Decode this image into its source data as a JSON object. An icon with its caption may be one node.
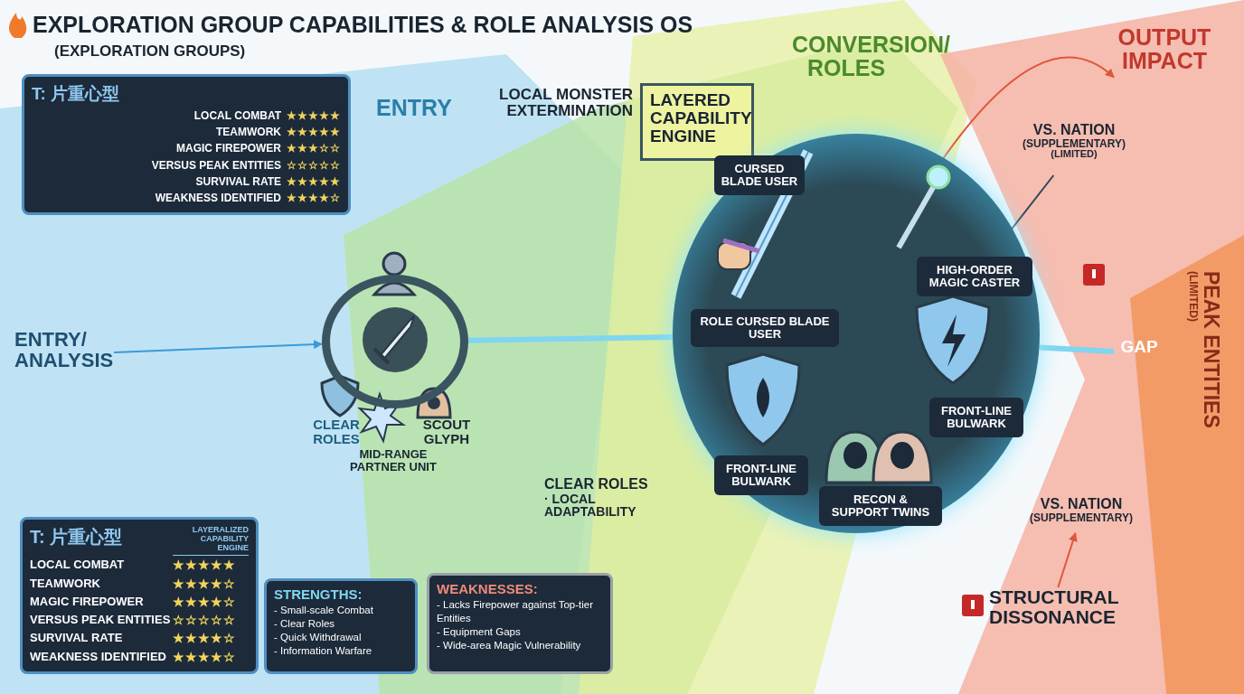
{
  "diagram": {
    "title": "EXPLORATION GROUP CAPABILITIES & ROLE ANALYSIS OS",
    "nodes": [
      {
        "text": [
          "T: 片重心型",
          "LOCAL COMBAT",
          "★★★★★",
          "TEAMWORK",
          "★★★★★",
          "MAGIC FIREPOWER",
          "★★★☆☆",
          "VERSUS PEAK ENTITIES",
          "☆☆☆☆☆",
          "SURVIVAL RATE",
          "★★★★★",
          "WEAKNESS IDENTIFIED",
          "★★★★☆"
        ]
      },
      {
        "text": [
          "T: 片重心型",
          "LAYERALIZED CAPABILITY ENGINE",
          "LOCAL COMBAT",
          "★★★★★",
          "TEAMWORK",
          "★★★★☆",
          "MAGIC FIREPOWER",
          "★★★★☆",
          "VERSUS PEAK ENTITIES",
          "☆☆☆☆☆",
          "SURVIVAL RATE",
          "★★★★☆",
          "WEAKNESS IDENTIFIED",
          "★★★★☆"
        ]
      },
      {
        "text": [
          "STRENGTHS:",
          "- Small-scale Combat",
          "- Clear Roles",
          "- Quick Withdrawal",
          "- Information Warfare"
        ]
      },
      {
        "text": [
          "WEAKNESSES:",
          "- Lacks Firepower against Top-tier Entities",
          "- Equipment Gaps",
          "- Wide-area Magic Vulnerability"
        ]
      },
      {
        "text": [
          "ENTRY/ ANALYSIS"
        ]
      },
      {
        "text": [],
        "shape": "circle"
      },
      {
        "text": [
          "CLEAR ROLES"
        ]
      },
      {
        "text": [
          "MID-RANGE PARTNER UNIT"
        ]
      },
      {
        "text": [
          "SCOUT GLYPH"
        ]
      },
      {
        "text": [
          "LOCAL MONSTER EXTERMINATION"
        ]
      },
      {
        "text": [
          "LAYERED CAPABILITY ENGINE"
        ]
      },
      {
        "text": [],
        "shape": "circle"
      },
      {
        "text": [
          "CURSED BLADE USER"
        ],
        "in": 11
      },
      {
        "text": [
          "ROLE CURSED BLADE USER"
        ],
        "in": 11
      },
      {
        "text": [
          "HIGH-ORDER MAGIC CASTER"
        ],
        "in": 11
      },
      {
        "text": [
          "FRONT-LINE BULWARK"
        ],
        "in": 11
      },
      {
        "text": [
          "FRONT-LINE BULWARK"
        ],
        "in": 11
      },
      {
        "text": [
          "RECON & SUPPORT TWINS"
        ],
        "in": 11
      },
      {
        "text": [
          "CLEAR ROLES",
          "· LOCAL ADAPTABILITY"
        ]
      },
      {
        "text": [
          "GAP"
        ]
      },
      {
        "text": [
          "OUTPUT IMPACT"
        ]
      },
      {
        "text": [
          "VS. NATION",
          "(SUPPLEMENTARY)",
          "(LIMITED)"
        ]
      },
      {
        "text": [
          "VS. NATION",
          "(SUPPLEMENTARY)"
        ]
      },
      {
        "text": [
          "STRUCTURAL DISSONANCE"
        ]
      },
      {
        "text": [
          "PEAK ENTITIES",
          "(LIMITED)"
        ]
      }
    ],
    "edges": [
      {
        "from": 4,
        "to": 5,
        "arrow": "to",
        "color": "#3b9ad9"
      },
      {
        "from": 5,
        "to": 11,
        "arrow": "none",
        "style": "thick",
        "color": "#7fd6f0"
      },
      {
        "from": 11,
        "to": 19,
        "arrow": "none",
        "style": "thick",
        "color": "#7fd6f0"
      },
      {
        "from": null,
        "to": 20,
        "arrow": "to",
        "color": "#e0563a"
      },
      {
        "from": 14,
        "to": 21,
        "arrow": "none",
        "color": "#2f4858"
      },
      {
        "from": 23,
        "to": 22,
        "arrow": "to",
        "color": "#e0563a"
      }
    ],
    "labels": [
      "(EXPLORATION GROUPS)",
      "ENTRY",
      "CONVERSION/ ROLES"
    ]
  }
}
